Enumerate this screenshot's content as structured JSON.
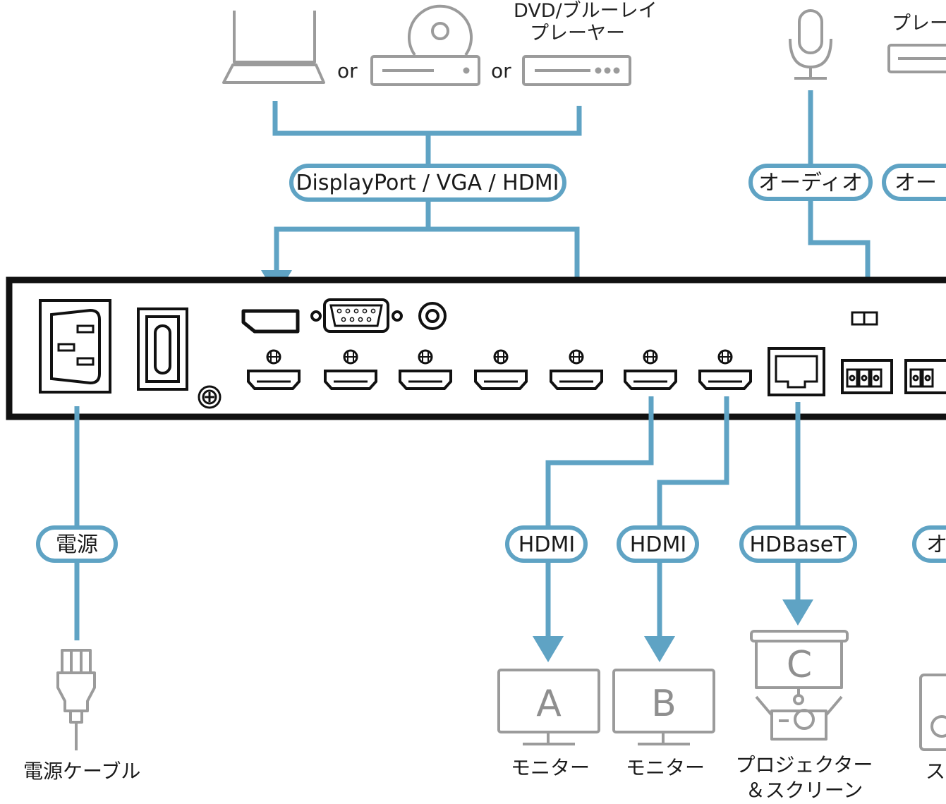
{
  "colors": {
    "connector": "#5fa3c4",
    "device_outline": "#9b9b9b",
    "panel": "#111111"
  },
  "sources": {
    "or_1": "or",
    "or_2": "or",
    "dvd_label_line1": "DVD/ブルーレイ",
    "dvd_label_line2": "プレーヤー",
    "right_player_label": "プレー",
    "icons": [
      "laptop-icon",
      "document-camera-icon",
      "dvd-player-icon",
      "microphone-icon",
      "player-icon"
    ]
  },
  "connections": {
    "video_in": "DisplayPort / VGA / HDMI",
    "audio_in_1": "オーディオ",
    "audio_in_2": "オー",
    "power": "電源",
    "hdmi_out_a": "HDMI",
    "hdmi_out_b": "HDMI",
    "hdbaset_out": "HDBaseT",
    "right_cut": "オ"
  },
  "panel": {
    "icons": [
      "power-inlet-icon",
      "power-switch-icon",
      "ground-screw-icon",
      "displayport-icon",
      "vga-port-icon",
      "audio-jack-icon",
      "hdmi-port-icon",
      "rj45-port-icon",
      "terminal-block-icon"
    ]
  },
  "outputs": {
    "monitor_a_letter": "A",
    "monitor_b_letter": "B",
    "screen_letter": "C",
    "monitor_a_label": "モニター",
    "monitor_b_label": "モニター",
    "projector_label_line1": "プロジェクター",
    "projector_label_line2": "＆スクリーン",
    "power_cable_label": "電源ケーブル",
    "right_cut_label": "ス"
  }
}
